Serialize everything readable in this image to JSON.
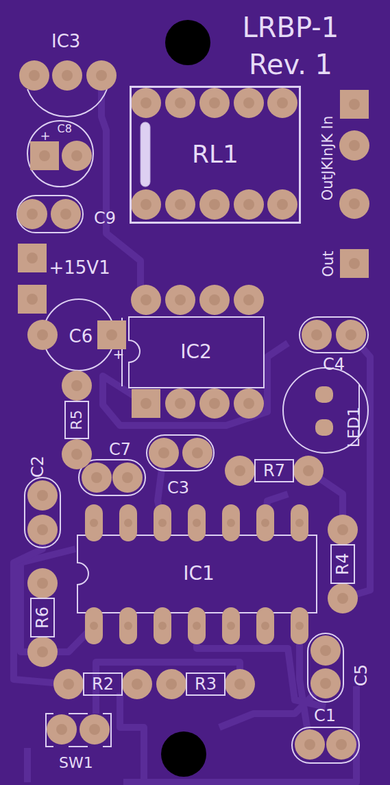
{
  "diagram": {
    "nodes": [
      {
        "text": [
          "RL1"
        ]
      },
      {
        "text": [
          "IC2"
        ]
      },
      {
        "text": [
          "R5"
        ]
      },
      {
        "text": [
          "R7"
        ]
      },
      {
        "text": [
          "IC1"
        ]
      },
      {
        "text": [
          "R4"
        ]
      },
      {
        "text": [
          "R6"
        ]
      },
      {
        "text": [
          "R2"
        ]
      },
      {
        "text": [
          "R3"
        ]
      }
    ],
    "labels": [
      "LRBP-1",
      "Rev. 1",
      "IC3",
      "+",
      "C8",
      "OutJKInJK In",
      "C9",
      "Out",
      "+15V1",
      "C6",
      "+",
      "C4",
      "LED1",
      "C7",
      "C3",
      "C2",
      "C5",
      "C1",
      "SW1"
    ]
  }
}
